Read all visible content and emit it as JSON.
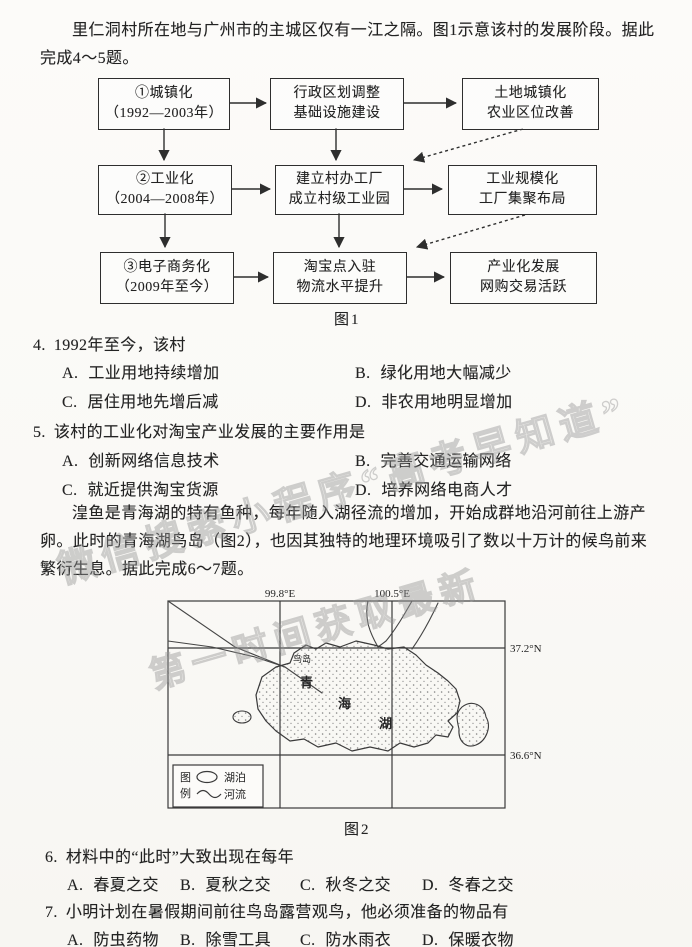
{
  "intro1": {
    "line1": "里仁洞村所在地与广州市的主城区仅有一江之隔。图1示意该村的发展阶段。据此",
    "line2": "完成4～5题。"
  },
  "figure1": {
    "caption": "图1",
    "boxes": [
      {
        "line1": "①城镇化",
        "line2": "（1992—2003年）"
      },
      {
        "line1": "行政区划调整",
        "line2": "基础设施建设"
      },
      {
        "line1": "土地城镇化",
        "line2": "农业区位改善"
      },
      {
        "line1": "②工业化",
        "line2": "（2004—2008年）"
      },
      {
        "line1": "建立村办工厂",
        "line2": "成立村级工业园"
      },
      {
        "line1": "工业规模化",
        "line2": "工厂集聚布局"
      },
      {
        "line1": "③电子商务化",
        "line2": "（2009年至今）"
      },
      {
        "line1": "淘宝点入驻",
        "line2": "物流水平提升"
      },
      {
        "line1": "产业化发展",
        "line2": "网购交易活跃"
      }
    ]
  },
  "q4": {
    "number": "4.",
    "stem": "1992年至今，该村",
    "options": [
      {
        "label": "A.",
        "text": "工业用地持续增加"
      },
      {
        "label": "B.",
        "text": "绿化用地大幅减少"
      },
      {
        "label": "C.",
        "text": "居住用地先增后减"
      },
      {
        "label": "D.",
        "text": "非农用地明显增加"
      }
    ]
  },
  "q5": {
    "number": "5.",
    "stem": "该村的工业化对淘宝产业发展的主要作用是",
    "options": [
      {
        "label": "A.",
        "text": "创新网络信息技术"
      },
      {
        "label": "B.",
        "text": "完善交通运输网络"
      },
      {
        "label": "C.",
        "text": "就近提供淘宝货源"
      },
      {
        "label": "D.",
        "text": "培养网络电商人才"
      }
    ]
  },
  "intro2": {
    "line1": "湟鱼是青海湖的特有鱼种，每年随入湖径流的增加，开始成群地沿河前往上游产",
    "line2": "卵。此时的青海湖鸟岛（图2），也因其独特的地理环境吸引了数以十万计的候鸟前来",
    "line3": "繁衍生息。据此完成6～7题。"
  },
  "figure2": {
    "caption": "图2",
    "lon_left": "99.8°E",
    "lon_right": "100.5°E",
    "lat_top": "37.2°N",
    "lat_bottom": "36.6°N",
    "island_label": "鸟岛",
    "lake_char1": "青",
    "lake_char2": "海",
    "lake_char3": "湖",
    "legend": {
      "title_top": "图",
      "title_bottom": "例",
      "lake": "湖泊",
      "river": "河流"
    }
  },
  "q6": {
    "number": "6.",
    "stem": "材料中的“此时”大致出现在每年",
    "options": [
      {
        "label": "A.",
        "text": "春夏之交"
      },
      {
        "label": "B.",
        "text": "夏秋之交"
      },
      {
        "label": "C.",
        "text": "秋冬之交"
      },
      {
        "label": "D.",
        "text": "冬春之交"
      }
    ]
  },
  "q7": {
    "number": "7.",
    "stem": "小明计划在暑假期间前往鸟岛露营观鸟，他必须准备的物品有",
    "options": [
      {
        "label": "A.",
        "text": "防虫药物"
      },
      {
        "label": "B.",
        "text": "除雪工具"
      },
      {
        "label": "C.",
        "text": "防水雨衣"
      },
      {
        "label": "D.",
        "text": "保暖衣物"
      }
    ]
  },
  "watermark": {
    "line1": "微信搜索小程序“高考早知道”",
    "line2": "第一时间获取最新"
  }
}
